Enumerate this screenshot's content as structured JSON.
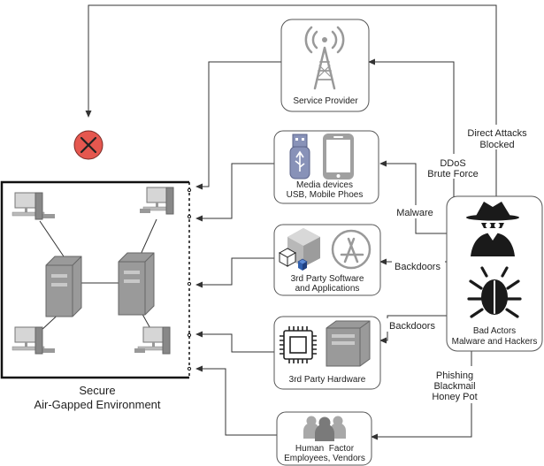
{
  "environment": {
    "title_line1": "Secure",
    "title_line2": "Air-Gapped Environment"
  },
  "sources": {
    "service_provider": {
      "label": "Service Provider",
      "icon": "radio-tower-icon"
    },
    "media_devices": {
      "line1": "Media devices",
      "line2": "USB, Mobile Phoes",
      "icons": [
        "usb-drive-icon",
        "mobile-phone-icon"
      ]
    },
    "third_party_software": {
      "line1": "3rd Party Software",
      "line2": "and Applications",
      "icons": [
        "software-box-icon",
        "app-store-icon"
      ]
    },
    "third_party_hardware": {
      "label": "3rd Party Hardware",
      "icons": [
        "chip-icon",
        "server-tower-icon"
      ]
    },
    "human_factor": {
      "line1": "Human  Factor",
      "line2": "Employees, Vendors",
      "icon": "people-group-icon"
    }
  },
  "threat_actor": {
    "line1": "Bad Actors",
    "line2": "Malware and Hackers",
    "icons": [
      "hacker-spy-icon",
      "bug-icon"
    ]
  },
  "edge_labels": {
    "direct_attacks_1": "Direct Attacks",
    "direct_attacks_2": "Blocked",
    "ddos_1": "DDoS",
    "ddos_2": "Brute Force",
    "malware": "Malware",
    "backdoors_software": "Backdoors",
    "backdoors_hardware": "Backdoors",
    "phishing_1": "Phishing",
    "phishing_2": "Blackmail",
    "phishing_3": "Honey Pot"
  },
  "blocked_marker": {
    "icon": "blocked-x-icon",
    "color": "#e5574f"
  },
  "colors": {
    "box_border": "#555555",
    "connector": "#333333",
    "icon_gray": "#9a9a9a",
    "icon_dark": "#1a1a1a"
  }
}
